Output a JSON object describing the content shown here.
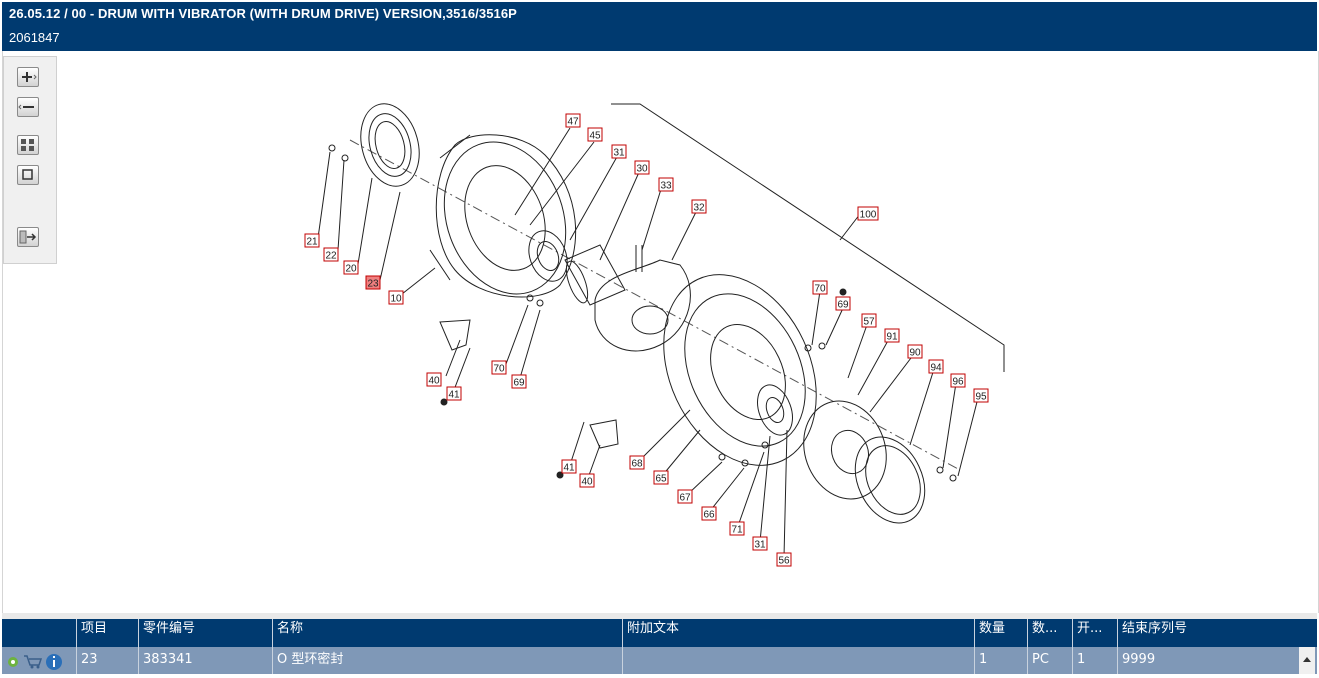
{
  "header": {
    "title": "26.05.12 / 00 - DRUM WITH VIBRATOR (WITH DRUM DRIVE) VERSION,3516/3516P",
    "subtitle": "2061847"
  },
  "toolbar": {
    "buttons": [
      {
        "name": "zoom-in",
        "icon": "plus-icon"
      },
      {
        "name": "zoom-out",
        "icon": "minus-icon"
      },
      {
        "name": "fit-all",
        "icon": "grid-icon"
      },
      {
        "name": "actual-size",
        "icon": "square-icon"
      },
      {
        "name": "export",
        "icon": "arrow-right-icon"
      }
    ]
  },
  "drawing": {
    "callouts": [
      "47",
      "45",
      "31",
      "30",
      "33",
      "32",
      "100",
      "21",
      "22",
      "20",
      "23",
      "10",
      "40",
      "41",
      "70",
      "69",
      "70",
      "69",
      "57",
      "91",
      "90",
      "94",
      "96",
      "95",
      "68",
      "65",
      "67",
      "66",
      "71",
      "31",
      "56",
      "41",
      "40"
    ],
    "highlighted": "23"
  },
  "table": {
    "headers": [
      "项目",
      "零件编号",
      "名称",
      "附加文本",
      "数量",
      "数...",
      "开...",
      "结束序列号"
    ],
    "rows": [
      {
        "item": "23",
        "part_number": "383341",
        "name": "O 型环密封",
        "additional_text": "",
        "quantity": "1",
        "unit": "PC",
        "start": "1",
        "end_serial": "9999"
      }
    ]
  },
  "colors": {
    "header_bg": "#003a70",
    "row_selected": "#7f98b7",
    "callout_border": "#c00000",
    "callout_highlight": "#f08080"
  }
}
